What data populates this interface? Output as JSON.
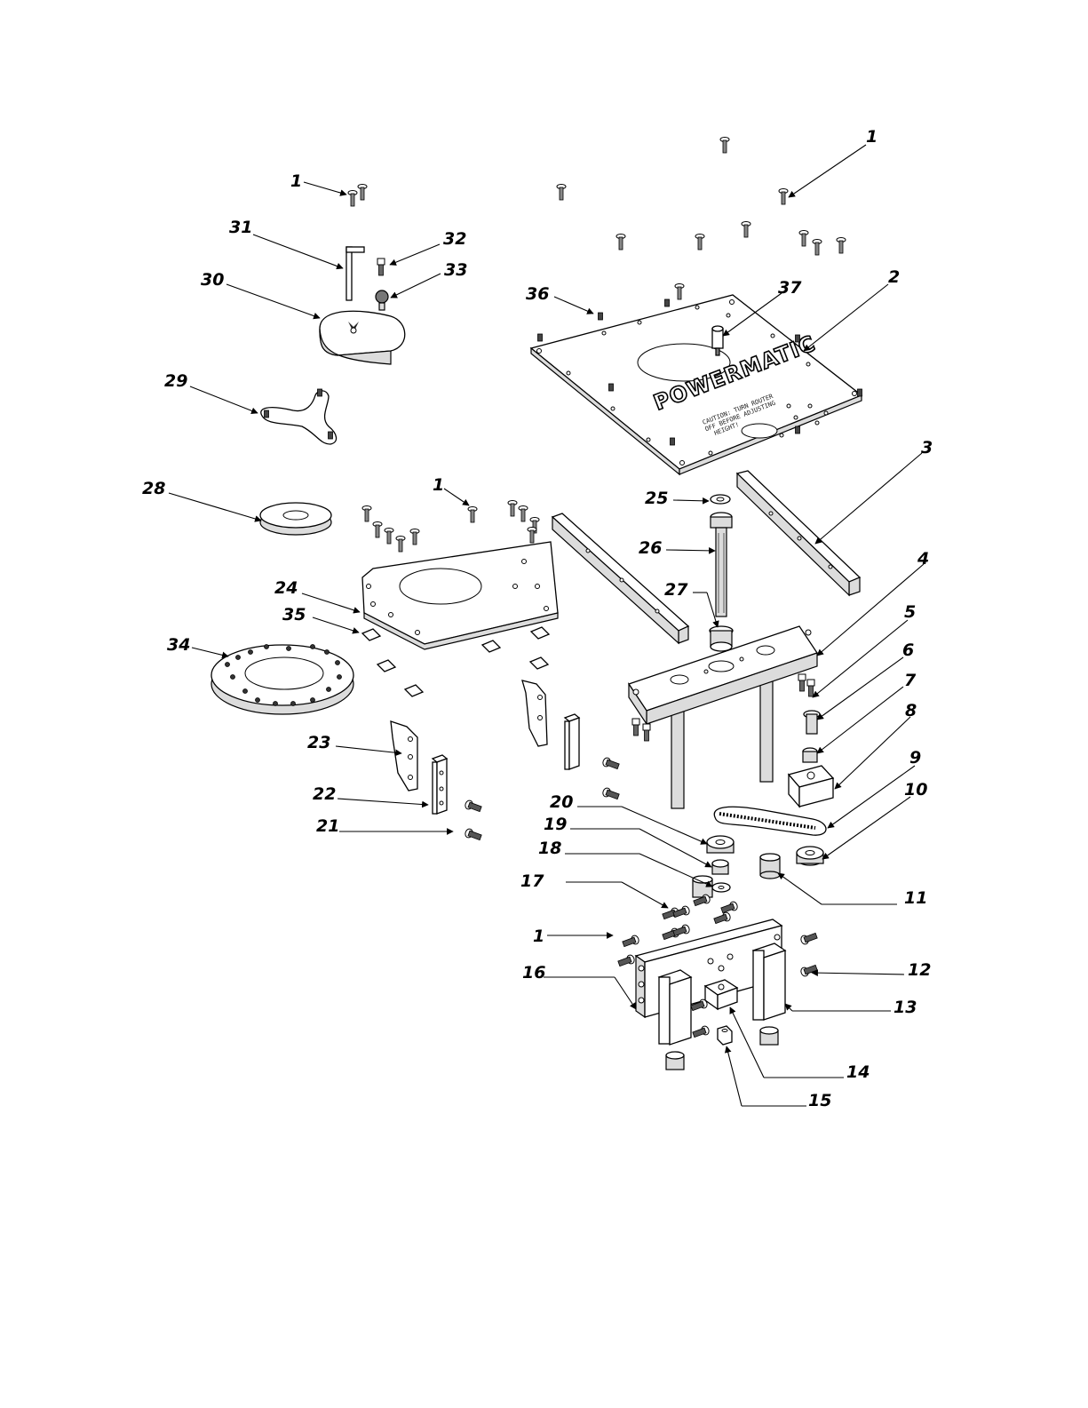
{
  "brand": "POWERMATIC",
  "caution": {
    "line1": "CAUTION: TURN ROUTER",
    "line2": "OFF BEFORE ADJUSTING",
    "line3": "HEIGHT!"
  },
  "callouts": {
    "c1_top_left": "1",
    "c1_top_right": "1",
    "c1_middle": "1",
    "c1_bottom": "1",
    "c2": "2",
    "c3": "3",
    "c4": "4",
    "c5": "5",
    "c6": "6",
    "c7": "7",
    "c8": "8",
    "c9": "9",
    "c10": "10",
    "c11": "11",
    "c12": "12",
    "c13": "13",
    "c14": "14",
    "c15": "15",
    "c16": "16",
    "c17": "17",
    "c18": "18",
    "c19": "19",
    "c20": "20",
    "c21": "21",
    "c22": "22",
    "c23": "23",
    "c24": "24",
    "c25": "25",
    "c26": "26",
    "c27": "27",
    "c28": "28",
    "c29": "29",
    "c30": "30",
    "c31": "31",
    "c32": "32",
    "c33": "33",
    "c34": "34",
    "c35": "35",
    "c36": "36",
    "c37": "37"
  }
}
